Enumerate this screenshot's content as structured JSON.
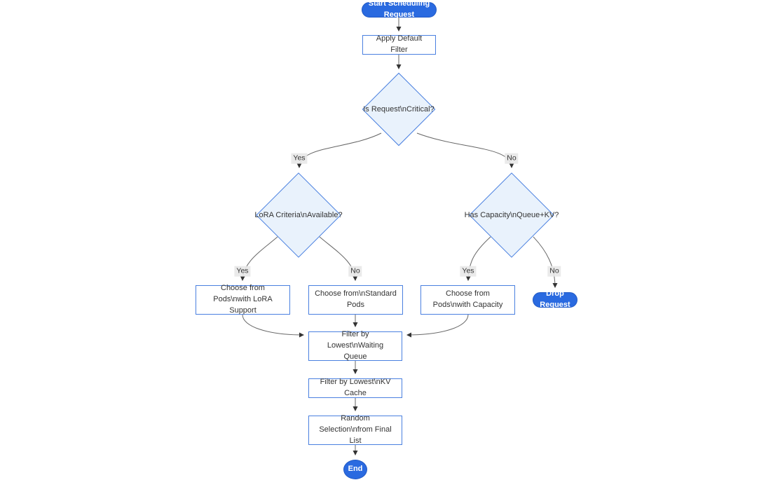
{
  "diagram": {
    "colors": {
      "accent_blue": "#2a6ae0",
      "node_border_blue": "#4a80e0",
      "decision_fill": "#e9f2fc",
      "edge_line": "#666666",
      "arrowhead": "#333333",
      "edge_label_bg": "#e8e8e8",
      "text": "#333333"
    },
    "nodes": {
      "start": "Start Scheduling Request",
      "apply_default_filter": "Apply Default Filter",
      "is_critical": "Is Request\\nCritical?",
      "lora_criteria": "LoRA Criteria\\nAvailable?",
      "has_capacity": "Has Capacity\\nQueue+KV?",
      "choose_lora_pods": "Choose from Pods\\nwith LoRA Support",
      "choose_standard_pods": "Choose from\\nStandard Pods",
      "choose_capacity_pods": "Choose from Pods\\nwith Capacity",
      "drop_request": "Drop Request",
      "filter_waiting_queue": "Filter by Lowest\\nWaiting Queue",
      "filter_kv_cache": "Filter by Lowest\\nKV Cache",
      "random_selection": "Random Selection\\nfrom Final List",
      "end": "End"
    },
    "edge_labels": {
      "critical_yes": "Yes",
      "critical_no": "No",
      "lora_yes": "Yes",
      "lora_no": "No",
      "capacity_yes": "Yes",
      "capacity_no": "No"
    }
  }
}
